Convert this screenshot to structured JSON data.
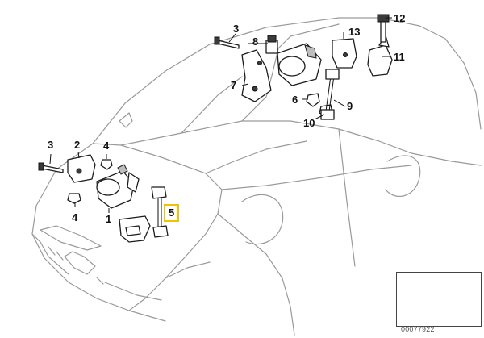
{
  "callouts": {
    "c1": "1",
    "c2": "2",
    "c3a": "3",
    "c3b": "3",
    "c4a": "4",
    "c4b": "4",
    "c5": "5",
    "c6": "6",
    "c7": "7",
    "c8": "8",
    "c9": "9",
    "c10": "10",
    "c11": "11",
    "c12": "12",
    "c13": "13"
  },
  "highlighted_callout": "5",
  "inset_code": "00077922",
  "colors": {
    "highlight": "#f2c200",
    "car_outline": "#9a9a9a",
    "part_stroke": "#1c1c1c"
  }
}
